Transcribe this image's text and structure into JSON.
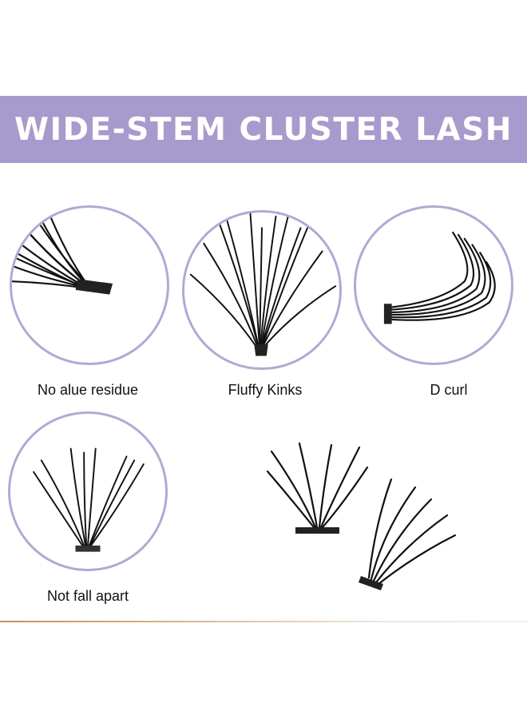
{
  "banner": {
    "title": "WIDE-STEM CLUSTER LASH"
  },
  "features": [
    {
      "caption": "No alue residue",
      "icon": "lash-cluster-closeup-image"
    },
    {
      "caption": "Fluffy Kinks",
      "icon": "lash-cluster-fan-image"
    },
    {
      "caption": "D curl",
      "icon": "lash-curl-side-image"
    },
    {
      "caption": "Not fall apart",
      "icon": "lash-cluster-front-image"
    }
  ],
  "colors": {
    "banner": "#a79acc",
    "circle_border": "#b3a8d3",
    "lash": "#111111",
    "divider": "#c6905a"
  }
}
